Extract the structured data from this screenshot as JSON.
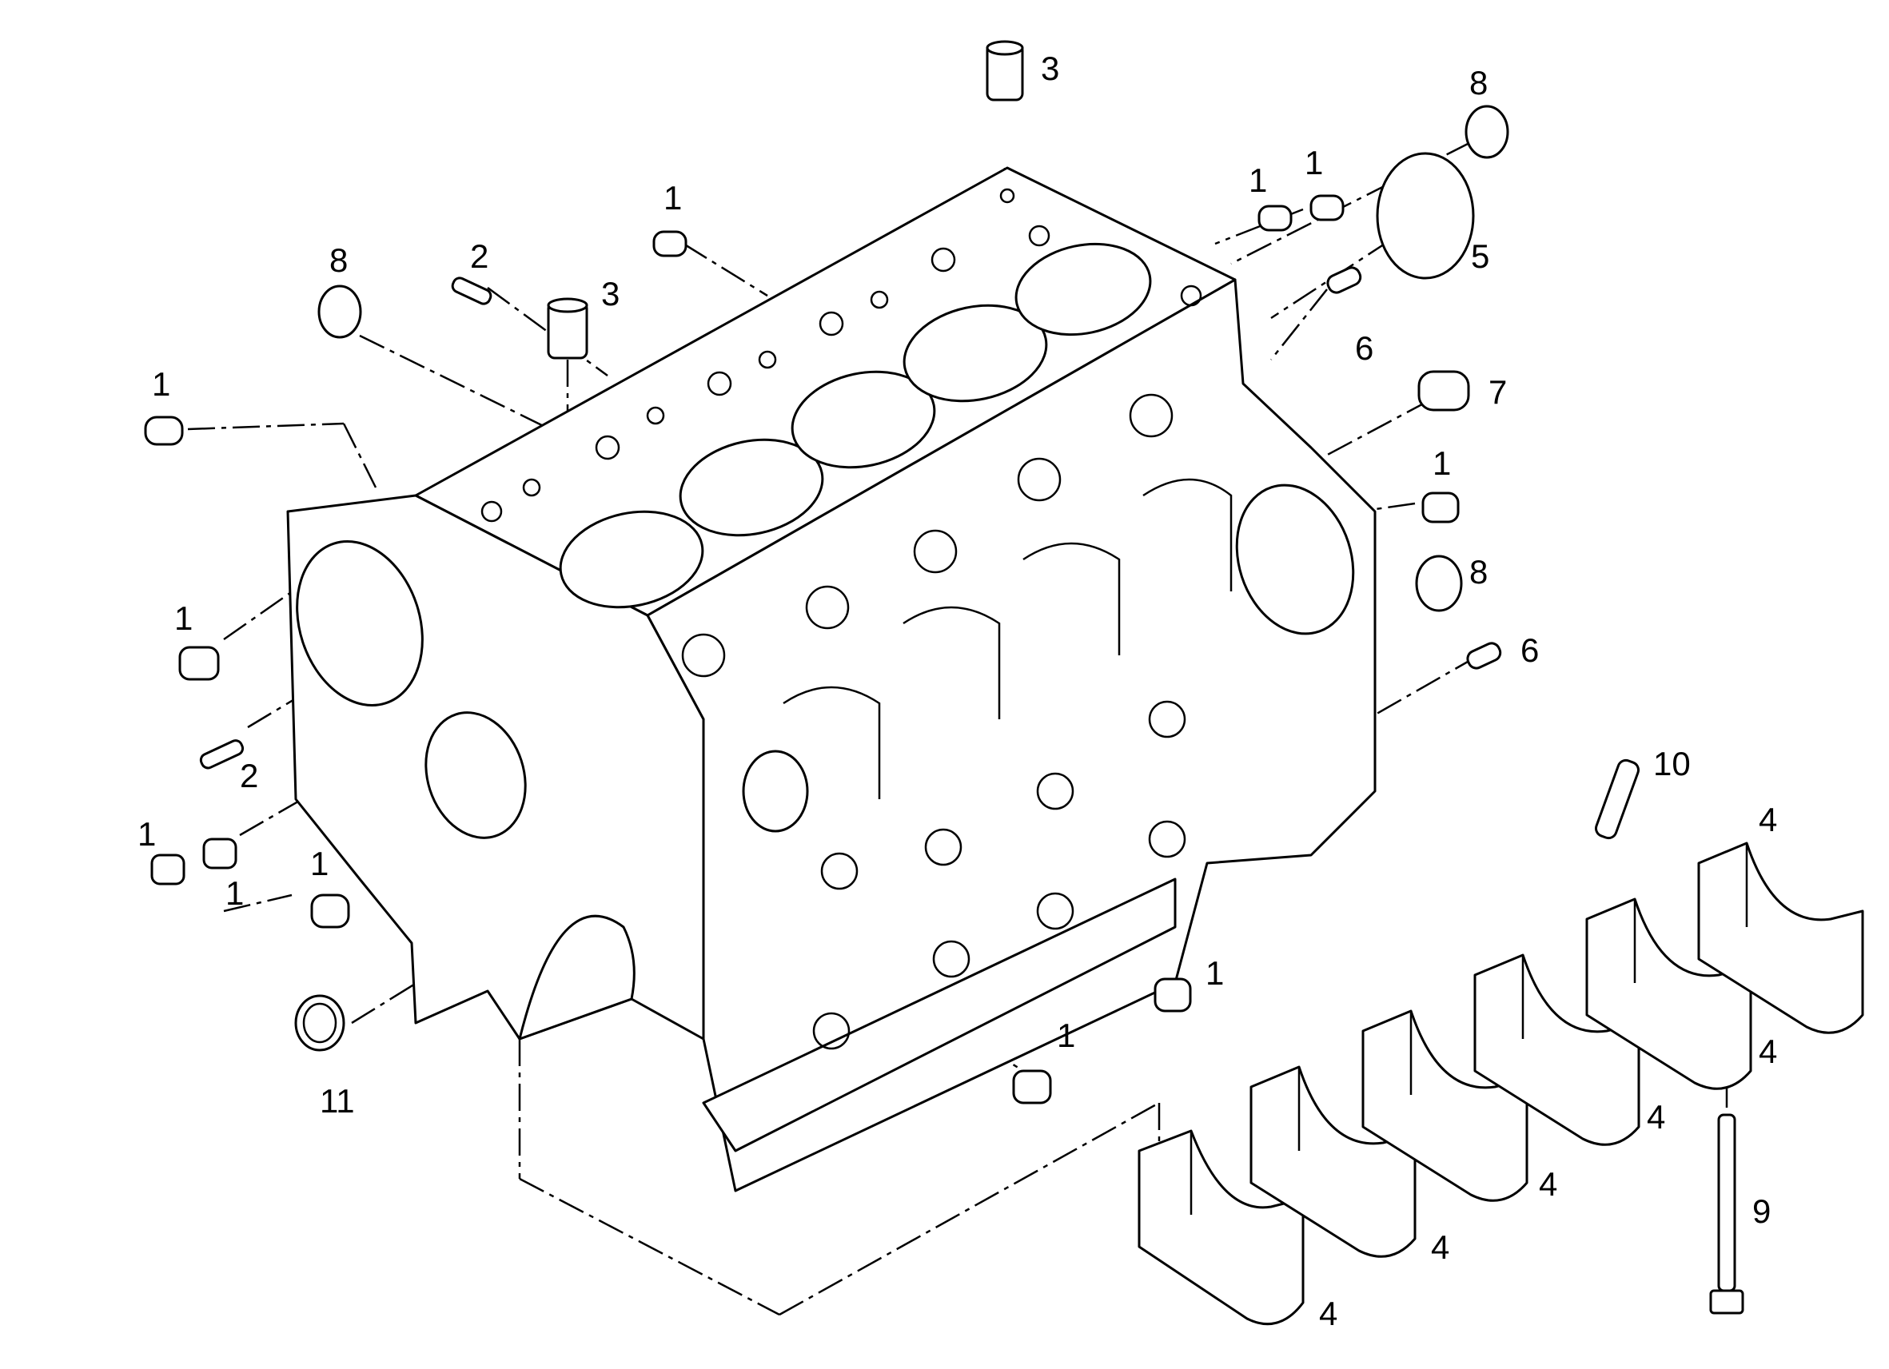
{
  "diagram": {
    "type": "exploded-parts-view",
    "callouts": [
      {
        "id": "c3-top",
        "text": "3"
      },
      {
        "id": "c8-top-right",
        "text": "8"
      },
      {
        "id": "c1-top-a",
        "text": "1"
      },
      {
        "id": "c1-top-b",
        "text": "1"
      },
      {
        "id": "c1-top-mid",
        "text": "1"
      },
      {
        "id": "c8-top-left",
        "text": "8"
      },
      {
        "id": "c2-top",
        "text": "2"
      },
      {
        "id": "c3-mid",
        "text": "3"
      },
      {
        "id": "c5",
        "text": "5"
      },
      {
        "id": "c6-upper",
        "text": "6"
      },
      {
        "id": "c7",
        "text": "7"
      },
      {
        "id": "c1-left-top",
        "text": "1"
      },
      {
        "id": "c1-right-mid",
        "text": "1"
      },
      {
        "id": "c8-right-mid",
        "text": "8"
      },
      {
        "id": "c1-left-mid",
        "text": "1"
      },
      {
        "id": "c6-lower",
        "text": "6"
      },
      {
        "id": "c2-left",
        "text": "2"
      },
      {
        "id": "c10",
        "text": "10"
      },
      {
        "id": "c4-a",
        "text": "4"
      },
      {
        "id": "c1-left-low-a",
        "text": "1"
      },
      {
        "id": "c1-left-low-b",
        "text": "1"
      },
      {
        "id": "c1-left-low-c",
        "text": "1"
      },
      {
        "id": "c1-bottom-right",
        "text": "1"
      },
      {
        "id": "c1-bottom-mid",
        "text": "1"
      },
      {
        "id": "c11",
        "text": "11"
      },
      {
        "id": "c4-b",
        "text": "4"
      },
      {
        "id": "c4-c",
        "text": "4"
      },
      {
        "id": "c4-d",
        "text": "4"
      },
      {
        "id": "c4-e",
        "text": "4"
      },
      {
        "id": "c4-f",
        "text": "4"
      },
      {
        "id": "c9",
        "text": "9"
      }
    ]
  }
}
